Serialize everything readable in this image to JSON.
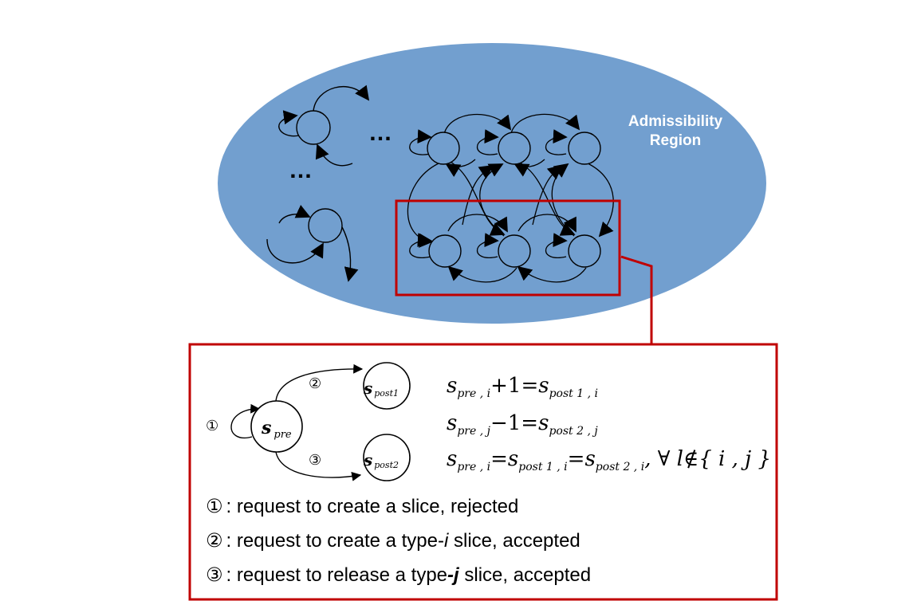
{
  "colors": {
    "region_fill": "#729FCF",
    "node_fill": "#729FCF",
    "highlight_red": "#C00000",
    "edge": "#000000",
    "region_text": "#ffffff"
  },
  "region": {
    "label_line1": "Admissibility",
    "label_line2": "Region",
    "ellipsis": "…"
  },
  "detail": {
    "nodes": {
      "pre": {
        "main": "s",
        "sub": "pre"
      },
      "post1": {
        "main": "s",
        "sub": "post1"
      },
      "post2": {
        "main": "s",
        "sub": "post2"
      }
    },
    "edge_markers": [
      "①",
      "②",
      "③"
    ],
    "equations": {
      "eq1": {
        "t1": "s",
        "t1sub": "pre , i",
        "op": "+1=",
        "t2": "s",
        "t2sub": "post 1 , i"
      },
      "eq2": {
        "t1": "s",
        "t1sub": "pre , j",
        "op": "−1=",
        "t2": "s",
        "t2sub": "post 2 , j"
      },
      "eq3": {
        "t1": "s",
        "t1sub": "pre , i",
        "eqa": "=",
        "t2": "s",
        "t2sub": "post 1 , i",
        "eqb": "=",
        "t3": "s",
        "t3sub": "post 2 , i",
        "tail": ", ∀ l∉{ i , j }"
      }
    },
    "legend": [
      {
        "marker": "①",
        "text_a": ": request to create a slice, rejected",
        "ital": "",
        "text_b": ""
      },
      {
        "marker": "②",
        "text_a": ": request to create a type-",
        "ital": "i",
        "text_b": " slice, accepted"
      },
      {
        "marker": "③",
        "text_a": ": request to release a type",
        "ital": "-j",
        "text_b": " slice, accepted"
      }
    ]
  }
}
